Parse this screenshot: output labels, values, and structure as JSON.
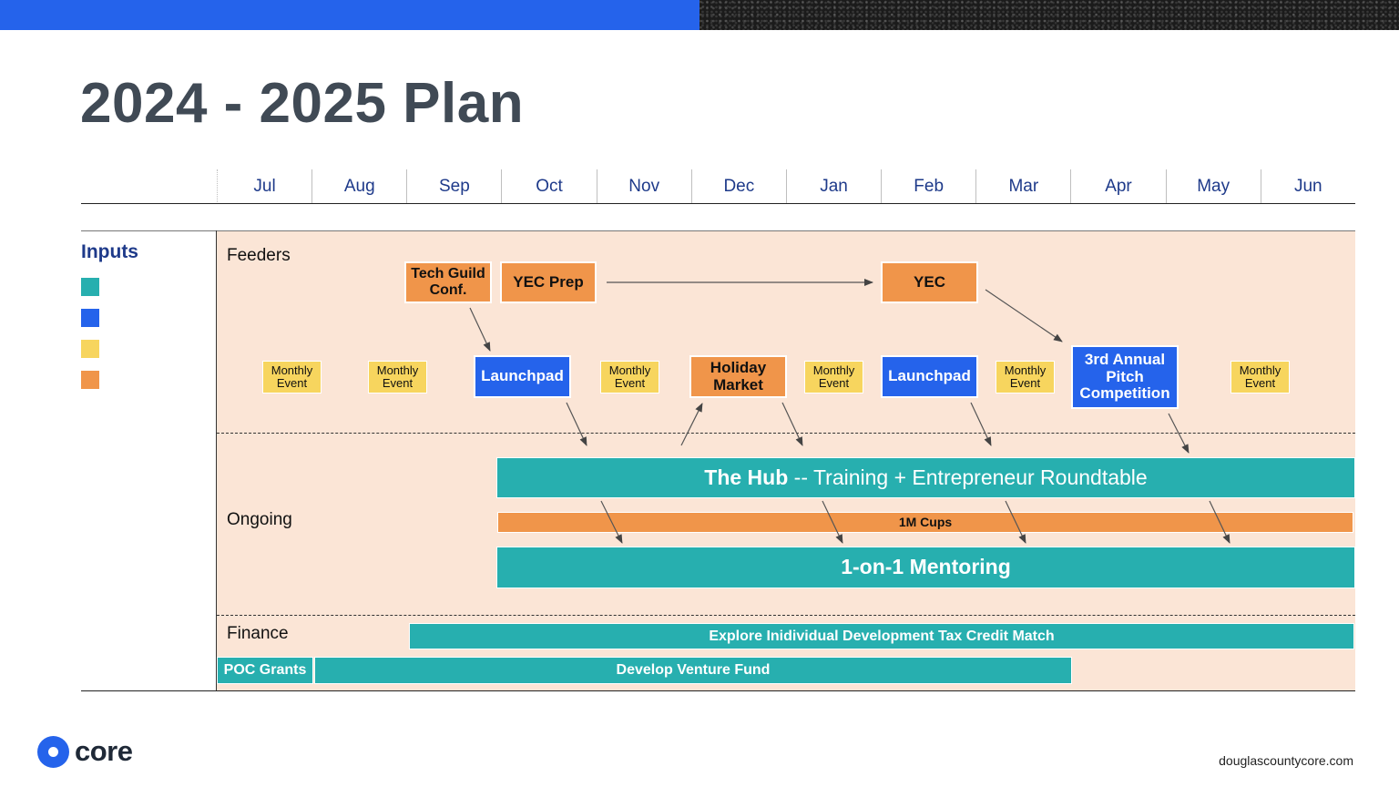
{
  "title": "2024 - 2025 Plan",
  "months": [
    "Jul",
    "Aug",
    "Sep",
    "Oct",
    "Nov",
    "Dec",
    "Jan",
    "Feb",
    "Mar",
    "Apr",
    "May",
    "Jun"
  ],
  "legend": {
    "title": "Inputs",
    "colors": [
      "#27AFAF",
      "#2563EB",
      "#F7D55E",
      "#F0954A"
    ]
  },
  "sections": {
    "feeders": "Feeders",
    "ongoing": "Ongoing",
    "finance": "Finance"
  },
  "events": {
    "tech_guild": "Tech Guild Conf.",
    "yec_prep": "YEC Prep",
    "yec": "YEC",
    "monthly_event": "Monthly Event",
    "launchpad": "Launchpad",
    "holiday_market": "Holiday Market",
    "pitch_competition": "3rd Annual Pitch Competition"
  },
  "ongoing": {
    "hub_bold": "The Hub",
    "hub_rest": "-- Training + Entrepreneur Roundtable",
    "cups": "1M Cups",
    "mentoring": "1-on-1 Mentoring"
  },
  "finance": {
    "tax_credit": "Explore Inidividual Development Tax Credit Match",
    "poc_grants": "POC Grants",
    "venture_fund": "Develop Venture Fund"
  },
  "footer": {
    "logo": "core",
    "site": "douglascountycore.com"
  }
}
